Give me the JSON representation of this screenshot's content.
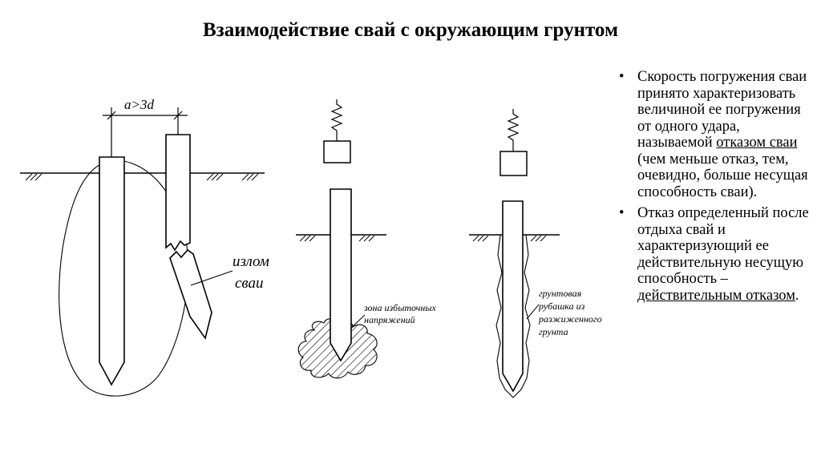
{
  "title": "Взаимодействие свай с окружающим грунтом",
  "diagram": {
    "dimension_label": "a>3d",
    "break_label_line1": "излом",
    "break_label_line2": "сваи",
    "stress_zone_line1": "зона избыточных",
    "stress_zone_line2": "напряжений",
    "jacket_line1": "грунтовая",
    "jacket_line2": "рубашка из",
    "jacket_line3": "разжиженного",
    "jacket_line4": "грунта"
  },
  "bullets": [
    {
      "before": "Скорость погружения сваи принято характеризовать величиной ее погружения от одного удара, называемой ",
      "underlined": "отказом сваи",
      "after": " (чем меньше отказ, тем, очевидно, больше несущая способность сваи)."
    },
    {
      "before": "Отказ определенный после отдыха свай и характеризующий ее действительную несущую способность – ",
      "underlined": "действительным отказом",
      "after": "."
    }
  ]
}
